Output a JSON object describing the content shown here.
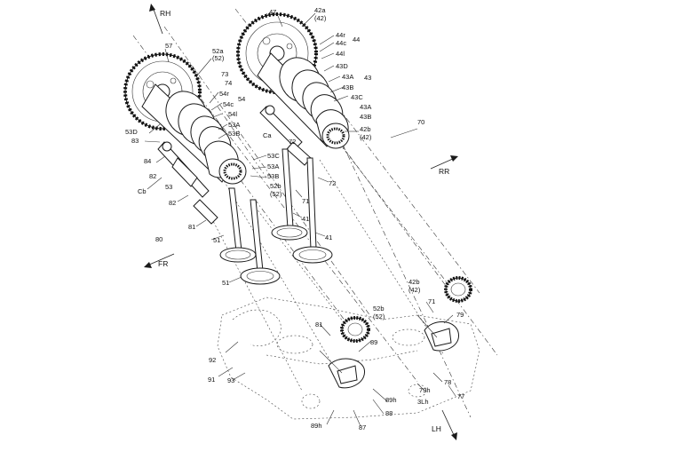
{
  "figure": {
    "directions": {
      "rh": "RH",
      "rr": "RR",
      "fr": "FR",
      "lh": "LH"
    },
    "labels": {
      "l47": "47",
      "l42a": "42a",
      "l42a_p": "(42)",
      "l44r": "44r",
      "l44c": "44c",
      "l44": "44",
      "l44l": "44l",
      "l57": "57",
      "l52a": "52a",
      "l52a_p": "(52)",
      "l73": "73",
      "l74": "74",
      "l43D": "43D",
      "l43": "43",
      "l43A_1": "43A",
      "l43B_1": "43B",
      "l43C_1": "43C",
      "l43A_2": "43A",
      "l43B_2": "43B",
      "l54r": "54r",
      "l54": "54",
      "l54c": "54c",
      "l54l": "54l",
      "l53A_1": "53A",
      "l53B_1": "53B",
      "l53D": "53D",
      "l83": "83",
      "l42b_1": "42b",
      "l42b_1p": "(42)",
      "l70": "70",
      "lCa": "Ca",
      "l72_1": "72",
      "l53C": "53C",
      "l53A_2": "53A",
      "l53B_2": "53B",
      "l52b_1": "52b",
      "l52b_1p": "(52)",
      "l84": "84",
      "lCb": "Cb",
      "l82_1": "82",
      "l53": "53",
      "l82_2": "82",
      "l71_1": "71",
      "l72_2": "72",
      "l41_1": "41",
      "l41_2": "41",
      "l81_1": "81",
      "l80": "80",
      "l51_1": "51",
      "l51_2": "51",
      "l42b_2": "42b",
      "l42b_2p": "(42)",
      "l52b_2": "52b",
      "l52b_2p": "(52)",
      "l71_2": "71",
      "l79_1": "79",
      "l81_2": "81",
      "l89": "89",
      "l92": "92",
      "l91": "91",
      "l93": "93",
      "l79h": "79h",
      "l78": "78",
      "l3Lh": "3Lh",
      "l77": "77",
      "l89h_1": "89h",
      "l88": "88",
      "l89h_2": "89h",
      "l87": "87"
    }
  }
}
